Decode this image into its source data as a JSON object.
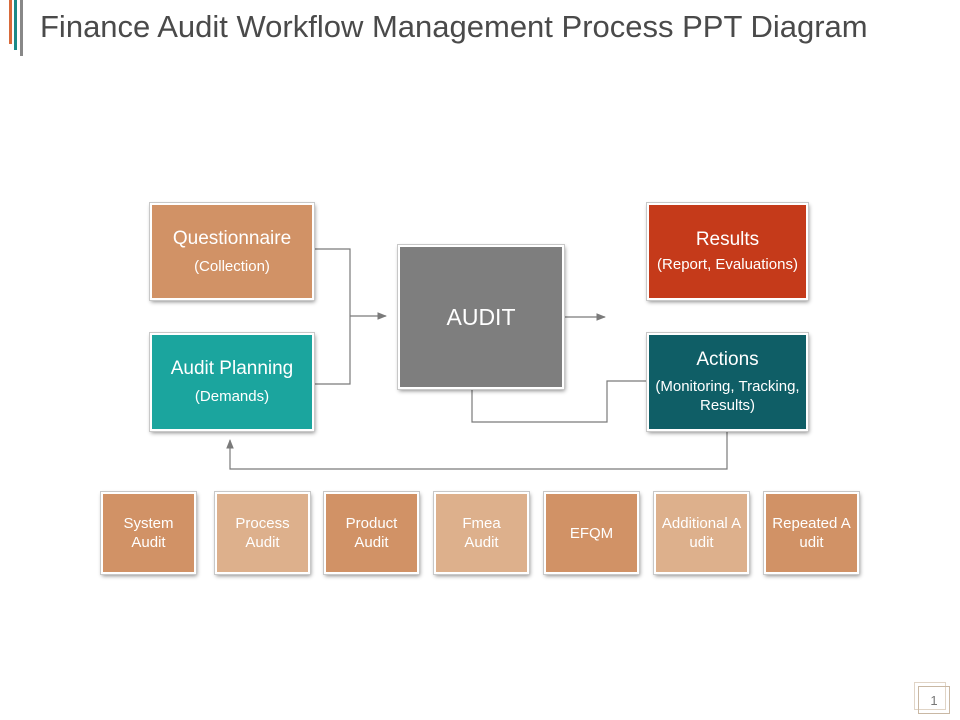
{
  "slide": {
    "title": "Finance Audit Workflow Management Process PPT Diagram",
    "page_number": "1"
  },
  "colors": {
    "orange": "#D19266",
    "light_orange": "#DDB08C",
    "teal": "#1BA59E",
    "red": "#C53A1A",
    "dark_teal": "#0F5E66",
    "gray": "#7E7E7E",
    "connector": "#7a7a7a",
    "accent_orange": "#D86A3A",
    "accent_teal": "#1A8A88"
  },
  "diagram": {
    "questionnaire": {
      "title": "Questionnaire",
      "subtitle": "(Collection)"
    },
    "audit_planning": {
      "title": "Audit Planning",
      "subtitle": "(Demands)"
    },
    "audit": {
      "title": "AUDIT"
    },
    "results": {
      "title": "Results",
      "subtitle": "(Report, Evaluations)"
    },
    "actions": {
      "title": "Actions",
      "subtitle": "(Monitoring, Tracking, Results)"
    }
  },
  "audit_types": [
    {
      "label": "System Audit"
    },
    {
      "label": "Process Audit"
    },
    {
      "label": "Product Audit"
    },
    {
      "label": "Fmea Audit"
    },
    {
      "label": "EFQM"
    },
    {
      "label": "Additional Audit"
    },
    {
      "label": "Repeated Audit"
    }
  ]
}
